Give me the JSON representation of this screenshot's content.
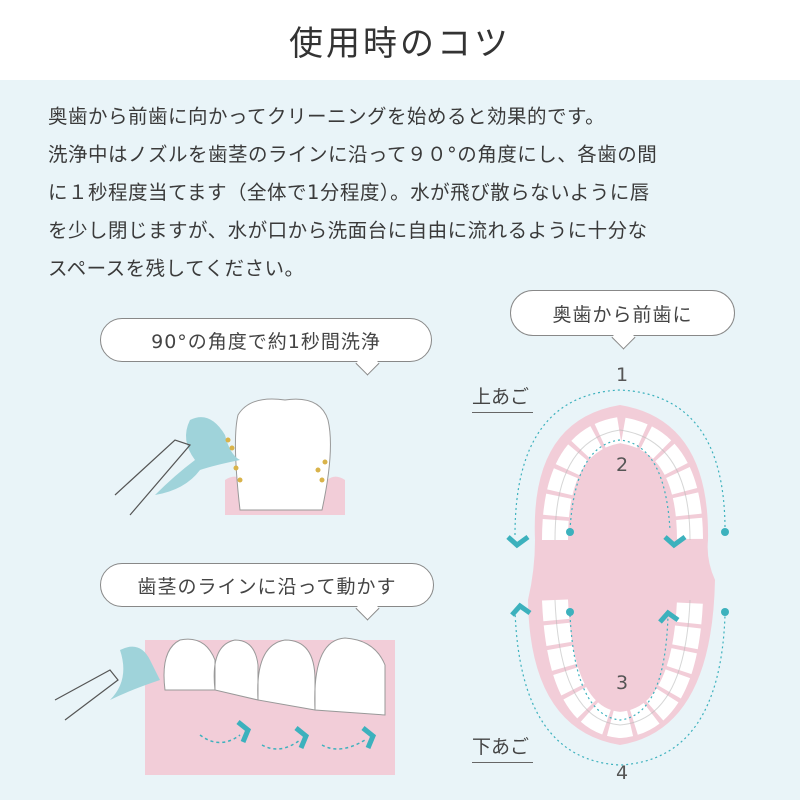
{
  "title": "使用時のコツ",
  "intro": [
    "奥歯から前歯に向かってクリーニングを始めると効果的です。",
    "洗浄中はノズルを歯茎のラインに沿って９０°の角度にし、各歯の間",
    "に１秒程度当てます（全体で1分程度）。水が飛び散らないように唇",
    "を少し閉じますが、水が口から洗面台に自由に流れるように十分な",
    "スペースを残してください。"
  ],
  "bubbles": {
    "angle": "90°の角度で約1秒間洗浄",
    "gumline": "歯茎のラインに沿って動かす",
    "direction": "奥歯から前歯に"
  },
  "arch": {
    "upper": "上あご",
    "lower": "下あご",
    "steps": [
      "1",
      "2",
      "3",
      "4"
    ]
  },
  "colors": {
    "background": "#e9f4f8",
    "gum": "#f2cdd8",
    "water": "#9fd3da",
    "arrow": "#3cb1bd"
  }
}
